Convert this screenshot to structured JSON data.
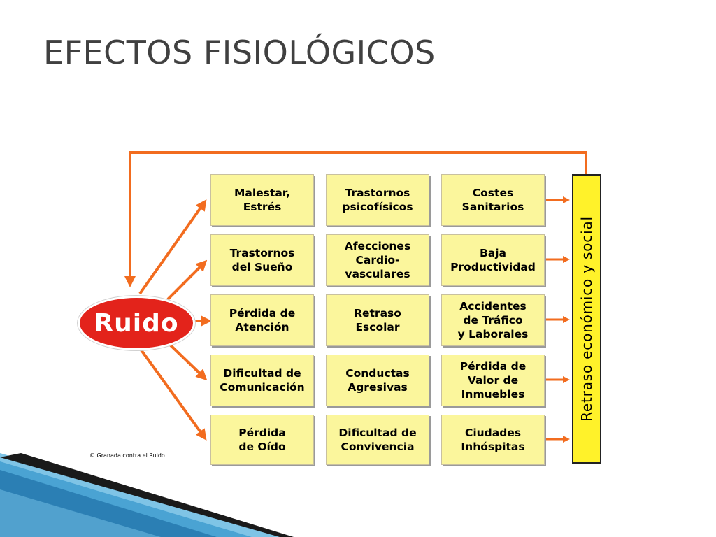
{
  "title": "EFECTOS FISIOLÓGICOS",
  "source": "Ruido",
  "target": "Retraso económico y social",
  "copyright": "© Granada contra el Ruido",
  "colors": {
    "arrow": "#f26c1f",
    "box_fill": "#fbf69c",
    "source_fill": "#e3231b",
    "target_fill": "#fff22a",
    "title": "#404040"
  },
  "effects": [
    [
      "Malestar,\nEstrés",
      "Trastornos\npsicofísicos",
      "Costes\nSanitarios"
    ],
    [
      "Trastornos\ndel Sueño",
      "Afecciones\nCardio-\nvasculares",
      "Baja\nProductividad"
    ],
    [
      "Pérdida de\nAtención",
      "Retraso\nEscolar",
      "Accidentes\nde Tráfico\ny Laborales"
    ],
    [
      "Dificultad de\nComunicación",
      "Conductas\nAgresivas",
      "Pérdida de\nValor de\nInmuebles"
    ],
    [
      "Pérdida\nde Oído",
      "Dificultad de\nConvivencia",
      "Ciudades\nInhóspitas"
    ]
  ]
}
